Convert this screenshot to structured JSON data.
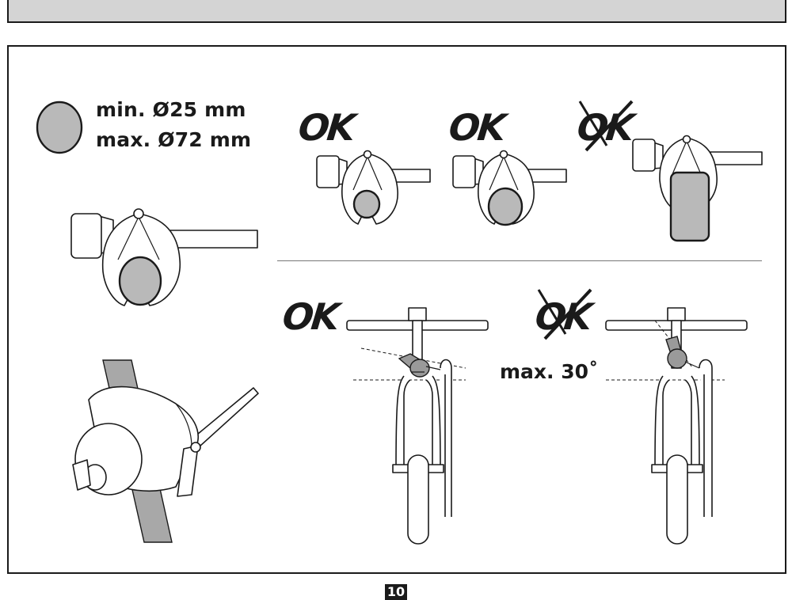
{
  "spec": {
    "min_label": "min.  Ø25 mm",
    "max_label": "max. Ø72 mm"
  },
  "labels": {
    "ok_1": "OK",
    "ok_2": "OK",
    "not_ok_1": "OK",
    "ok_bike": "OK",
    "not_ok_bike": "OK",
    "max_angle": "max. 30˚"
  },
  "page_number": "10",
  "colors": {
    "tube_fill": "#b9b9b9",
    "outline": "#1a1a1a",
    "header_bar": "#d4d4d4"
  },
  "icons": {
    "not_ok_mark": "cross-out-icon",
    "tube_section": "grey-circle"
  }
}
